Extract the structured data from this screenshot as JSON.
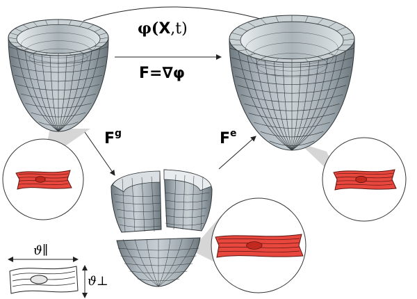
{
  "diagram": {
    "mapping_label": "φ(X,t)",
    "mapping_main": "φ(",
    "mapping_X": "X",
    "mapping_end": ",t)",
    "deformation_gradient": "F=∇φ",
    "growth_base": "F",
    "growth_sup": "g",
    "elastic_base": "F",
    "elastic_sup": "e",
    "cell_parallel_label": "ϑ∥",
    "cell_perp_label": "ϑ⊥"
  },
  "colors": {
    "mesh_fill": "#b8c2c8",
    "mesh_dark": "#7f8b91",
    "mesh_line": "#2e3437",
    "cell_fill": "#e8473d",
    "cell_stroke": "#5a1410",
    "nucleus": "#c22a20",
    "circle_stroke": "#333333",
    "wedge": "#c8c8c8"
  }
}
